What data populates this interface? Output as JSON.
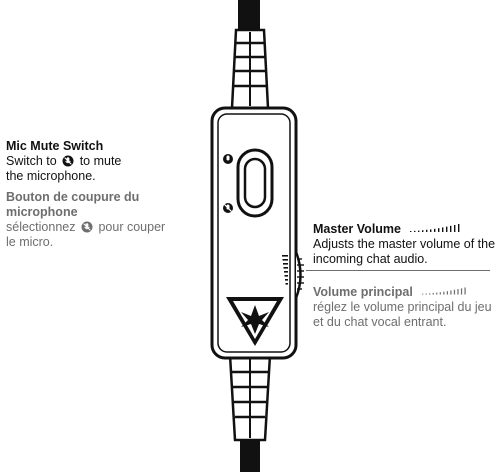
{
  "mic_mute": {
    "title_en": "Mic Mute Switch",
    "desc_en_before": "Switch to",
    "desc_en_after": "to mute",
    "desc_en_line2": "the microphone.",
    "title_fr": "Bouton de coupure du microphone",
    "desc_fr_before": "sélectionnez",
    "desc_fr_after": "pour couper",
    "desc_fr_line2": "le micro."
  },
  "master_volume": {
    "title_en": "Master Volume",
    "desc_en_line1": "Adjusts the master volume of the",
    "desc_en_line2": "incoming chat audio.",
    "title_fr": "Volume principal",
    "desc_fr_line1": "réglez le volume principal du jeu",
    "desc_fr_line2": "et du chat vocal entrant."
  },
  "icons": [
    "mic-mute-icon",
    "volume-scale-icon",
    "turtle-beach-logo-icon"
  ],
  "colors": {
    "ink": "#111111",
    "secondary_text": "#6e6e6e",
    "body_white": "#ffffff"
  }
}
